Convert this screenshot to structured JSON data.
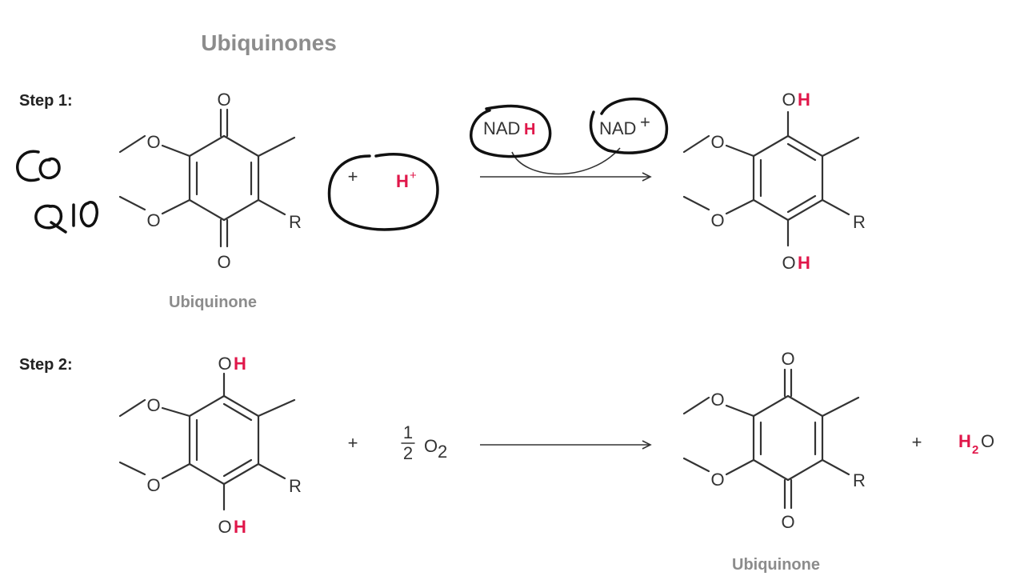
{
  "title": "Ubiquinones",
  "steps": [
    {
      "label": "Step 1:",
      "reactant": {
        "name": "Ubiquinone",
        "atoms": {
          "top": "O",
          "bottom": "O",
          "methoxy_top": "O",
          "methoxy_bottom": "O",
          "r_group": "R"
        }
      },
      "plus": "+",
      "proton": {
        "symbol": "H",
        "charge": "+"
      },
      "cofactor_in": {
        "base": "NAD",
        "highlight": "H"
      },
      "cofactor_out": {
        "base": "NAD",
        "charge": "+"
      },
      "product": {
        "atoms": {
          "top_o": "O",
          "top_h": "H",
          "bottom_o": "O",
          "bottom_h": "H",
          "methoxy_top": "O",
          "methoxy_bottom": "O",
          "r_group": "R"
        }
      }
    },
    {
      "label": "Step 2:",
      "reactant": {
        "atoms": {
          "top_o": "O",
          "top_h": "H",
          "bottom_o": "O",
          "bottom_h": "H",
          "methoxy_top": "O",
          "methoxy_bottom": "O",
          "r_group": "R"
        }
      },
      "plus": "+",
      "oxygen": {
        "numerator": "1",
        "denominator": "2",
        "symbol": "O",
        "subscript": "2"
      },
      "product": {
        "name": "Ubiquinone",
        "atoms": {
          "top": "O",
          "bottom": "O",
          "methoxy_top": "O",
          "methoxy_bottom": "O",
          "r_group": "R"
        }
      },
      "plus2": "+",
      "water": {
        "h": "H",
        "sub": "2",
        "o": "O"
      }
    }
  ],
  "handwriting": {
    "line1": "Co",
    "line2": "Q10"
  },
  "colors": {
    "highlight": "#e0174a",
    "label_grey": "#8c8c8c",
    "ink": "#111111"
  }
}
